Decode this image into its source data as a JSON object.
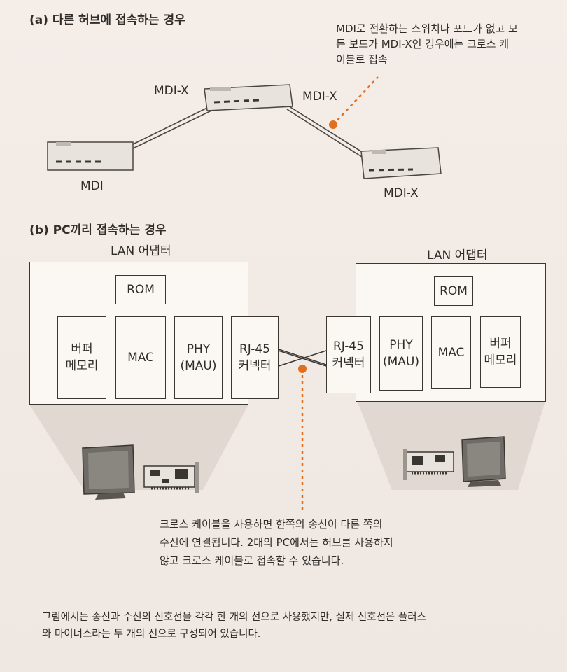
{
  "section_a": {
    "title": "(a) 다른 허브에 접속하는 경우",
    "port_left_top": "MDI-X",
    "port_right_top": "MDI-X",
    "port_left_device": "MDI",
    "port_right_device": "MDI-X",
    "note": [
      "MDI로 전환하는 스위치나 포트가 없고 모",
      "든 보드가 MDI-X인 경우에는 크로스 케",
      "이블로 접속"
    ]
  },
  "section_b": {
    "title": "(b) PC끼리 접속하는 경우",
    "left": {
      "title": "LAN 어댑터",
      "rom": "ROM",
      "buffer": [
        "버퍼",
        "메모리"
      ],
      "mac": "MAC",
      "phy": [
        "PHY",
        "(MAU)"
      ],
      "rj45": [
        "RJ-45",
        "커넥터"
      ]
    },
    "right": {
      "title": "LAN 어댑터",
      "rom": "ROM",
      "rj45": [
        "RJ-45",
        "커넥터"
      ],
      "phy": [
        "PHY",
        "(MAU)"
      ],
      "mac": "MAC",
      "buffer": [
        "버퍼",
        "메모리"
      ]
    },
    "note": [
      "크로스 케이블을 사용하면 한쪽의 송신이 다른 쪽의",
      "수신에 연결됩니다. 2대의 PC에서는 허브를 사용하지",
      "않고 크로스 케이블로 접속할 수 있습니다."
    ]
  },
  "footer": [
    "그림에서는 송신과 수신의 신호선을 각각 한 개의 선으로 사용했지만, 실제 신호선은 플러스",
    "와 마이너스라는 두 개의 선으로 구성되어 있습니다."
  ],
  "colors": {
    "accent": "#e0701e",
    "line": "#3a3733",
    "device": "#e9e4df"
  }
}
